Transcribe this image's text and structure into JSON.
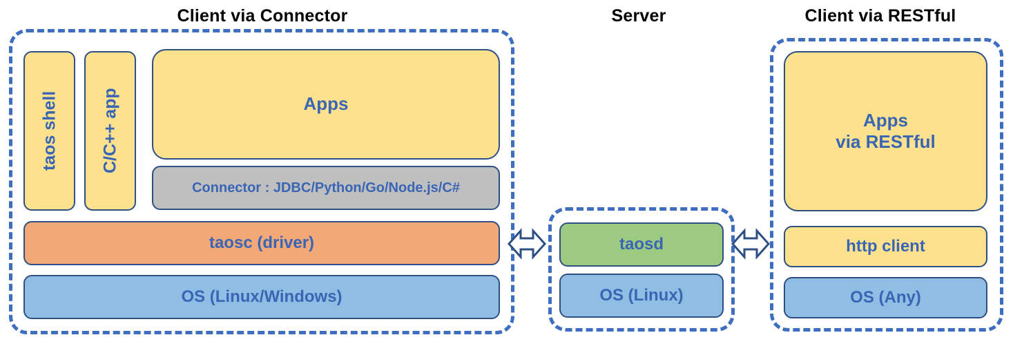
{
  "diagram": {
    "title_left": "Client via Connector",
    "title_middle": "Server",
    "title_right": "Client via RESTful",
    "colors": {
      "dashed_border": "#3d6ec0",
      "box_border": "#2e4f84",
      "text_blue": "#3a65b5",
      "title_black": "#000000",
      "yellow": "#fde18c",
      "orange": "#f2a877",
      "blue": "#8fbde4",
      "green": "#9cca80",
      "gray": "#bfbfbf"
    }
  },
  "client_connector": {
    "taos_shell": "taos shell",
    "c_cpp_app": "C/C++ app",
    "apps": "Apps",
    "connector": "Connector : JDBC/Python/Go/Node.js/C#",
    "taosc": "taosc (driver)",
    "os": "OS (Linux/Windows)"
  },
  "server": {
    "taosd": "taosd",
    "os": "OS (Linux)"
  },
  "client_restful": {
    "apps_line1": "Apps",
    "apps_line2": "via RESTful",
    "http_client": "http client",
    "os": "OS (Any)"
  },
  "arrows": {
    "left_arrow_label": "bidirectional-arrow-client-to-server",
    "right_arrow_label": "bidirectional-arrow-server-to-restful-client"
  }
}
